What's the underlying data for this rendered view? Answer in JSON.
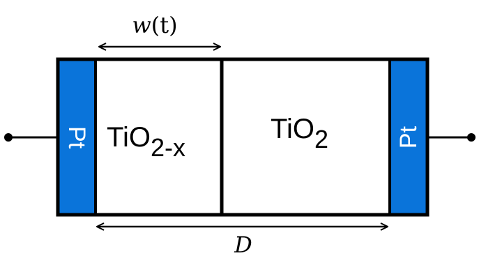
{
  "diagram": {
    "labels": {
      "width_var": "w",
      "width_arg": "(t)",
      "length": "D",
      "electrode_left": "Pt",
      "electrode_right": "Pt",
      "doped_base": "TiO",
      "doped_sub": "2-x",
      "undoped_base": "TiO",
      "undoped_sub": "2"
    },
    "colors": {
      "electrode": "#0a74da",
      "outline": "#000000",
      "background": "#ffffff",
      "electrode_text": "#ffffff"
    }
  }
}
